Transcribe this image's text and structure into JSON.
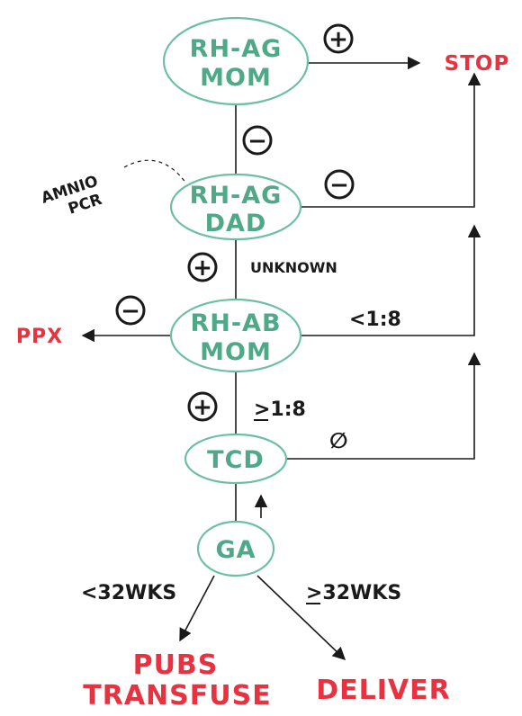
{
  "colors": {
    "node_stroke": "#6cc0a0",
    "node_text": "#4fa888",
    "outcome": "#e8323f",
    "ink": "#1a1a1a"
  },
  "nodes": {
    "rh_ag_mom": [
      "RH-AG",
      "MOM"
    ],
    "rh_ag_dad": [
      "RH-AG",
      "DAD"
    ],
    "rh_ab_mom": [
      "RH-AB",
      "MOM"
    ],
    "tcd": "TCD",
    "ga": "GA"
  },
  "outcomes": {
    "stop": "STOP",
    "ppx": "PPX",
    "pubs": [
      "PUBS",
      "TRANSFUSE"
    ],
    "deliver": "DELIVER"
  },
  "signs": {
    "positive": "+",
    "negative": "−"
  },
  "labels": {
    "amnio": [
      "AMNIO",
      "PCR"
    ],
    "unknown": "UNKNOWN",
    "lt_1_8": "<1:8",
    "ge_1_8": ">1:8",
    "null_result": "∅",
    "lt_32": "<32WKS",
    "ge_32": ">32WKS"
  }
}
